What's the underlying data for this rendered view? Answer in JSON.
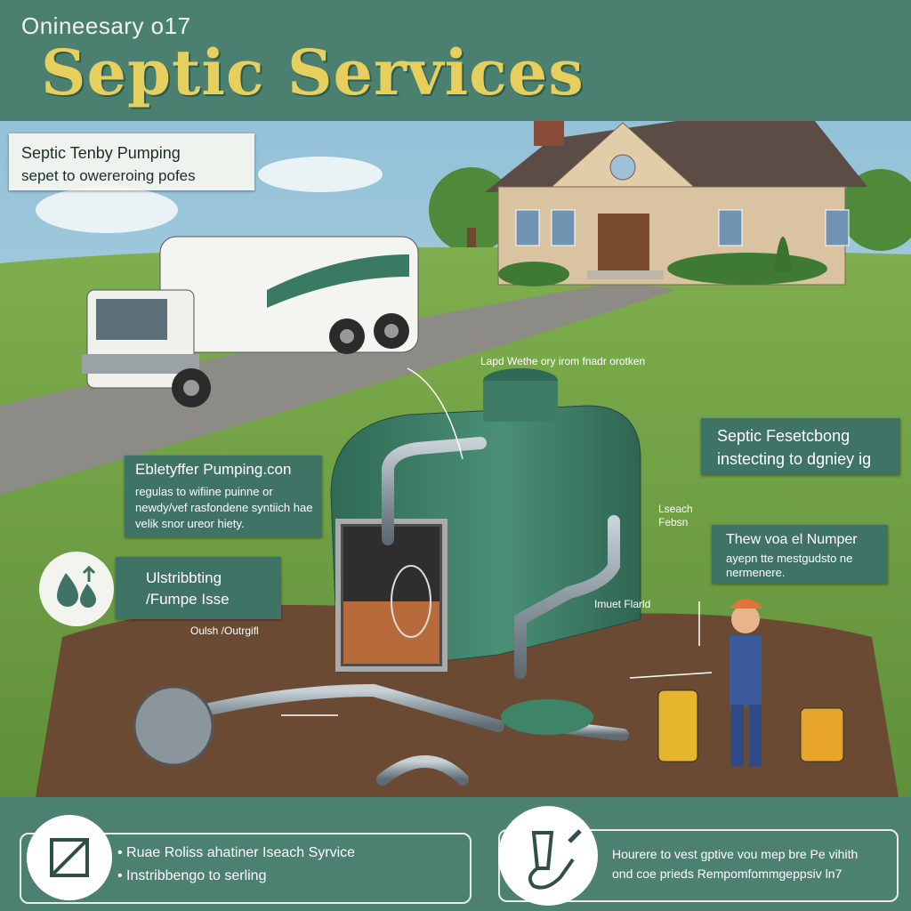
{
  "header": {
    "subtitle": "Onineesary o17",
    "title": "Septic Services"
  },
  "callouts": {
    "pumping": {
      "title": "Septic Tenby Pumping",
      "text": "sepet to owereroing pofes"
    },
    "filter": {
      "title": "Ebletyffer Pumping.con",
      "text": "regulas to wifiine puinne or newdy/vef rasfondene syntiich hae velik snor ureor hiety."
    },
    "distributing": {
      "title": "Ulstribbting",
      "text": "/Fumpe Isse"
    },
    "inspection": {
      "title": "Septic Fesetcbong",
      "text": "instecting to dgniey ig"
    },
    "pumper": {
      "title": "Thew voa el Numper",
      "text": "ayepn tte mestgudsto ne nermenere."
    }
  },
  "labels": {
    "top": "Lapd Wethe ory irom fnadr orotken",
    "leach": "Lseach Febsn",
    "field": "Imuet Flarld",
    "outlet": "Oulsh /Outrgifl"
  },
  "footer": {
    "items": [
      "Ruae Roliss ahatiner Iseach Syrvice",
      "Instribbengo to serling"
    ],
    "note_line1": "Hourere to vest gptive vou mep bre Pe vihith",
    "note_line2": "ond coe prieds Rempomfommgeppsiv ln7"
  },
  "colors": {
    "header_bg": "#4b8070",
    "title": "#e7cf5e",
    "callout_bg": "#3f7365",
    "tank": "#3f7c66"
  }
}
